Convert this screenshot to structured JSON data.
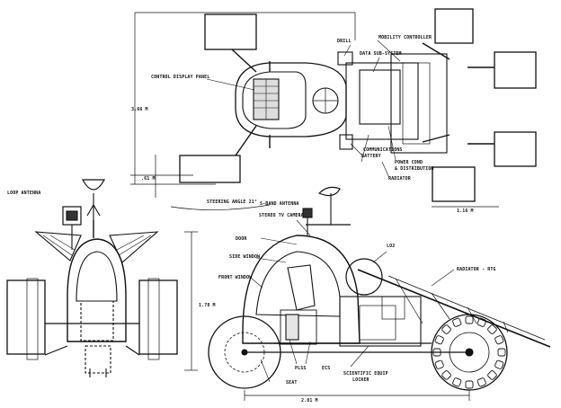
{
  "labels": {
    "control_display_panel": "CONTROL DISPLAY PANEL",
    "drill": "DRILL",
    "mobility_controller": "MOBILITY CONTROLLER",
    "data_sub_system": "DATA SUB-SYSTEM",
    "communications": "COMMUNICATIONS",
    "power_cond": "POWER COND",
    "distribution": "& DISTRIBUTION",
    "battery": "BATTERY",
    "radiator": "RADIATOR",
    "dim_height_top": "3.66 M",
    "dim_small": ".61 M",
    "dim_width_top": "1.16 M",
    "steering_angle": "STEERING ANGLE 21°",
    "loop_antenna": "LOOP ANTENNA",
    "s_band_antenna": "S-BAND ANTENNA",
    "stereo_tv_camera": "STEREO TV CAMERA",
    "door": "DOOR",
    "side_window": "SIDE WINDOW",
    "front_window": "FRONT WINDOW",
    "lo2": "LO2",
    "radiator_rtg": "RADIATOR - RTG",
    "dim_height_front": "1.78 M",
    "plss": "PLSS",
    "ecs": "ECS",
    "seat": "SEAT",
    "sci_equip": "SCIENTIFIC EQUIP",
    "locker": "LOCKER",
    "dim_length": "2.81 M"
  }
}
